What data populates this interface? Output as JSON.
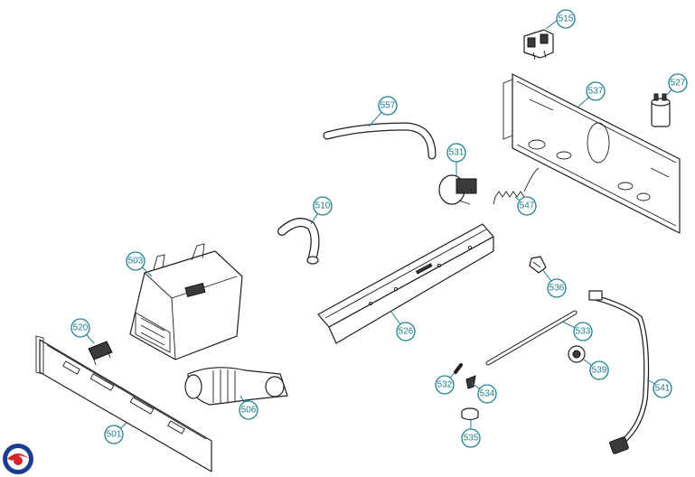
{
  "diagram": {
    "callouts": [
      "501",
      "503",
      "506",
      "510",
      "515",
      "520",
      "526",
      "527",
      "531",
      "532",
      "533",
      "534",
      "535",
      "536",
      "537",
      "539",
      "541",
      "547",
      "557"
    ]
  },
  "brand": {
    "logo_colors": [
      "#1a3d8f",
      "#d6212a"
    ]
  },
  "colors": {
    "callout": "#1e7f8c",
    "line": "#1f1f1f"
  }
}
